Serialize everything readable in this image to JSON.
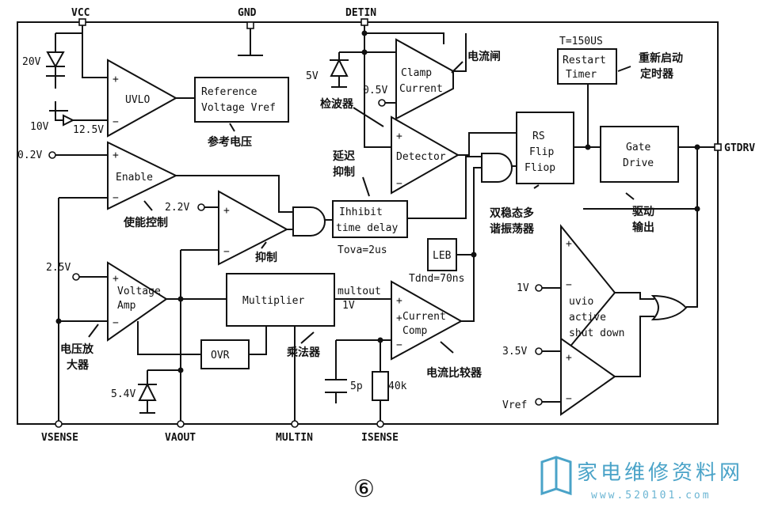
{
  "pins": {
    "vcc": "VCC",
    "gnd": "GND",
    "detin": "DETIN",
    "gtdrv": "GTDRV",
    "vsense": "VSENSE",
    "vaout": "VAOUT",
    "multin": "MULTIN",
    "isense": "ISENSE"
  },
  "blocks": {
    "uvlo": "UVLO",
    "reference_l1": "Reference",
    "reference_l2": "Voltage Vref",
    "enable": "Enable",
    "voltage_amp_l1": "Voltage",
    "voltage_amp_l2": "Amp",
    "multiplier": "Multiplier",
    "ovr": "OVR",
    "clamp_l1": "Clamp",
    "clamp_l2": "Current",
    "detector": "Detector",
    "inhibit_l1": "Ihhibit",
    "inhibit_l2": "time delay",
    "leb": "LEB",
    "current_comp_l1": "Current",
    "current_comp_l2": "Comp",
    "rs_l1": "RS",
    "rs_l2": "Flip",
    "rs_l3": "Fliop",
    "restart_l1": "Restart",
    "restart_l2": "Timer",
    "gate_l1": "Gate",
    "gate_l2": "Drive",
    "uvio_l1": "uvio",
    "uvio_l2": "active",
    "uvio_l3": "shut down"
  },
  "values": {
    "v20": "20V",
    "v10": "10V",
    "v12_5": "12.5V",
    "v0_2": "0.2V",
    "v2_2": "2.2V",
    "v2_5": "2.5V",
    "v5_4": "5.4V",
    "v5": "5V",
    "v0_5": "0.5V",
    "v1": "1V",
    "v1_uvio": "1V",
    "v3_5": "3.5V",
    "vref": "Vref",
    "cap": "5p",
    "res": "40k",
    "t150": "T=150US",
    "tova": "Tova=2us",
    "tdnd": "Tdnd=70ns",
    "multout": "multout"
  },
  "labels_cn": {
    "ref_voltage": "参考电压",
    "enable_ctrl": "使能控制",
    "inhibit": "抑制",
    "delay_inhibit_l1": "延迟",
    "delay_inhibit_l2": "抑制",
    "voltage_amp_l1": "电压放",
    "voltage_amp_l2": "大器",
    "multiplier": "乘法器",
    "current_comp": "电流比较器",
    "current_gate": "电流闸",
    "detector": "检波器",
    "restart_l1": "重新启动",
    "restart_l2": "定时器",
    "multivib_l1": "双稳态多",
    "multivib_l2": "谐振荡器",
    "drive_l1": "驱动",
    "drive_l2": "输出"
  },
  "figure_number": "⑥",
  "watermark": {
    "text": "家电维修资料网",
    "url": "www.520101.com"
  }
}
